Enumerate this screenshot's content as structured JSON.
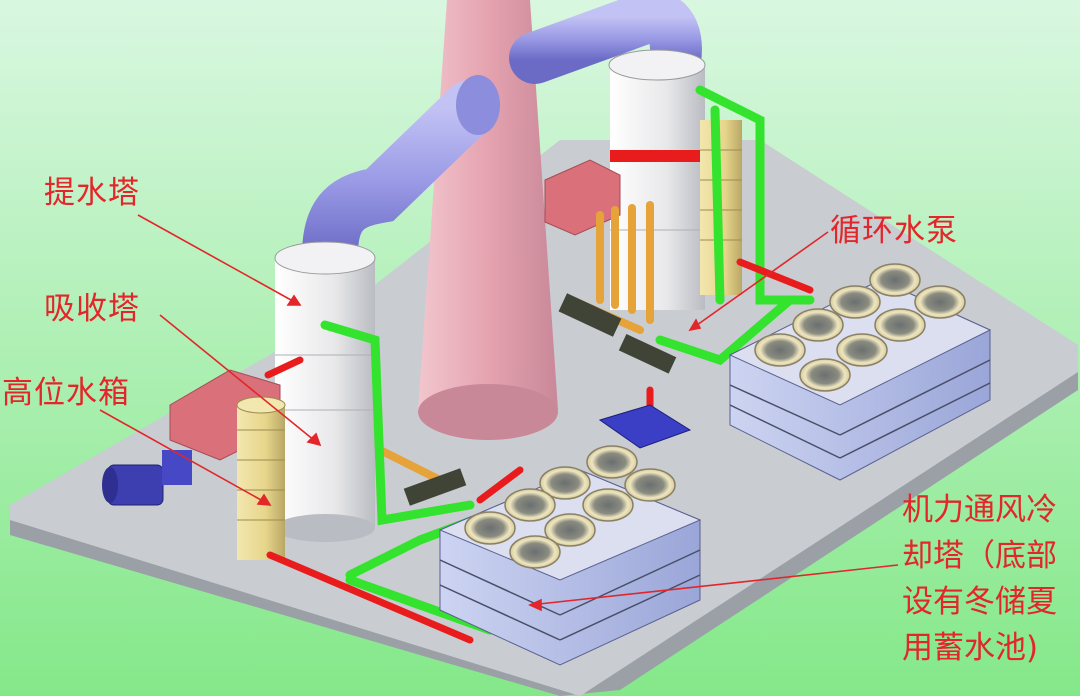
{
  "labels": {
    "lift_tower": "提水塔",
    "absorption_tower": "吸收塔",
    "high_tank": "高位水箱",
    "circulating_pump": "循环水泵",
    "cooling_tower_lines": [
      "机力通风冷",
      "却塔（底部",
      "设有冬储夏",
      "用蓄水池)"
    ]
  },
  "colors": {
    "background_top": "#d9f7e0",
    "background_bottom": "#84e889",
    "label_red": "#e2262a",
    "base_plate": "#c9ccd1",
    "stack_pink": "#e8a8b4",
    "duct_blue": "#9a9ae6",
    "pipe_green": "#33e32e",
    "pipe_red": "#e81c1c",
    "pipe_orange": "#e6a33a",
    "tank_yellow": "#e6d58a",
    "cooling_blue": "#b9c3ec",
    "fan_cream": "#efe6c0",
    "fan_dark": "#5a5f60"
  },
  "icons": [
    "pump-motor-icon"
  ]
}
